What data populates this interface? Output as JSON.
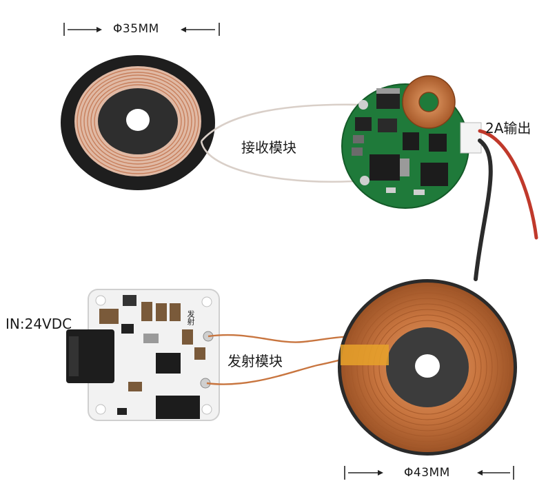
{
  "labels": {
    "rx_diameter": "Φ35MM",
    "receiver_module": "接收模块",
    "output": "2A输出",
    "input": "IN:24VDC",
    "transmitter_module": "发射模块",
    "tx_diameter": "Φ43MM",
    "tx_board_silk": "发射"
  },
  "colors": {
    "pcb": "#1f7a3a",
    "copper": "#c8753f",
    "ferrite": "#3c3c3c",
    "tx_board": "#f2f2f2"
  },
  "icons": [
    "arrow-right-icon",
    "arrow-left-icon"
  ]
}
